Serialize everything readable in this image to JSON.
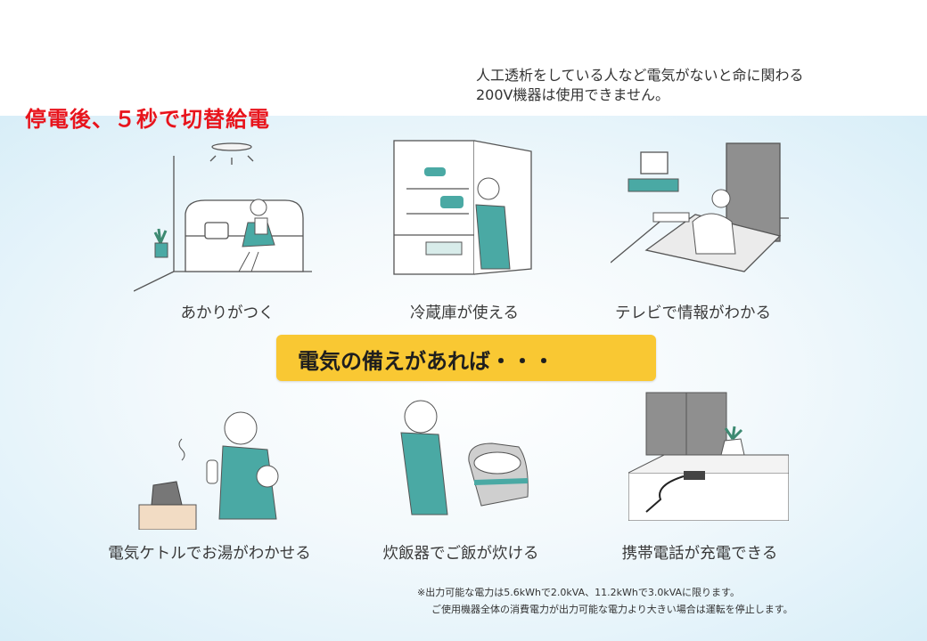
{
  "headline": "停電後、５秒で切替給電",
  "top_note": {
    "line1": "人工透析をしている人など電気がないと命に関わる",
    "line2": "200V機器は使用できません。"
  },
  "banner": "電気の備えがあれば・・・",
  "items": [
    {
      "caption": "あかりがつく",
      "icon": "lamp-reading-icon"
    },
    {
      "caption": "冷蔵庫が使える",
      "icon": "refrigerator-icon"
    },
    {
      "caption": "テレビで情報がわかる",
      "icon": "television-icon"
    },
    {
      "caption": "電気ケトルでお湯がわかせる",
      "icon": "kettle-icon"
    },
    {
      "caption": "炊飯器でご飯が炊ける",
      "icon": "rice-cooker-icon"
    },
    {
      "caption": "携帯電話が充電できる",
      "icon": "phone-charging-icon"
    }
  ],
  "footnote": {
    "line1": "※出力可能な電力は5.6kWhで2.0kVA、11.2kWhで3.0kVAに限ります。",
    "line2": "ご使用機器全体の消費電力が出力可能な電力より大きい場合は運転を停止します。"
  },
  "colors": {
    "accent_red": "#e8141c",
    "banner_yellow": "#f9c833",
    "teal": "#4aa9a4"
  }
}
